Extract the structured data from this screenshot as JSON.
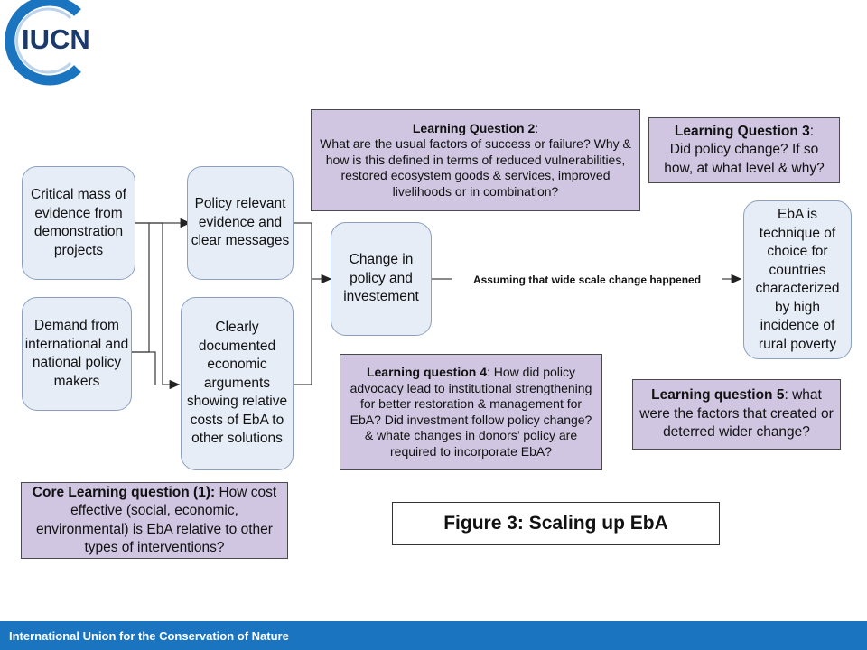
{
  "logo": {
    "text": "IUCN",
    "color": "#1b3a6b",
    "ring_color": "#1a74c0"
  },
  "boxes": {
    "critical_mass": "Critical mass of evidence from demonstration projects",
    "demand": "Demand from international and national policy makers",
    "policy_relevant": "Policy relevant evidence and clear messages",
    "documented": "Clearly documented economic arguments showing relative costs of EbA to other solutions",
    "change": "Change in policy and investement",
    "eba": "EbA is technique of choice for countries characterized by high incidence of rural poverty"
  },
  "questions": {
    "q2": {
      "title": "Learning Question 2",
      "sep": ":",
      "text": "What are the usual factors of success or failure? Why & how is this defined in terms of reduced vulnerabilities, restored ecosystem goods & services, improved livelihoods or in combination?"
    },
    "q3": {
      "title": "Learning Question 3",
      "sep": ":",
      "text": "Did policy change? If so how, at what level & why?"
    },
    "q4": {
      "title": "Learning question 4",
      "sep": ":",
      "text": "How did policy advocacy lead to institutional strengthening for better restoration & management for EbA? Did investment follow policy change? & whate changes in donors’ policy are required to incorporate EbA?"
    },
    "q5": {
      "title": "Learning question 5",
      "sep": ":",
      "text": "what were the factors that created or deterred wider change?"
    },
    "core": {
      "title": "Core Learning question (1):",
      "text": "How cost effective (social, economic, environmental) is EbA relative to other types of interventions?"
    }
  },
  "connector_label": "Assuming that wide scale change happened",
  "figure_caption": "Figure 3: Scaling up EbA",
  "footer": "International Union for the Conservation of Nature",
  "colors": {
    "rounded_fill": "#e6edf7",
    "rounded_border": "#8aa0bd",
    "question_fill": "#d0c6e1",
    "footer_bg": "#1a74c0"
  }
}
